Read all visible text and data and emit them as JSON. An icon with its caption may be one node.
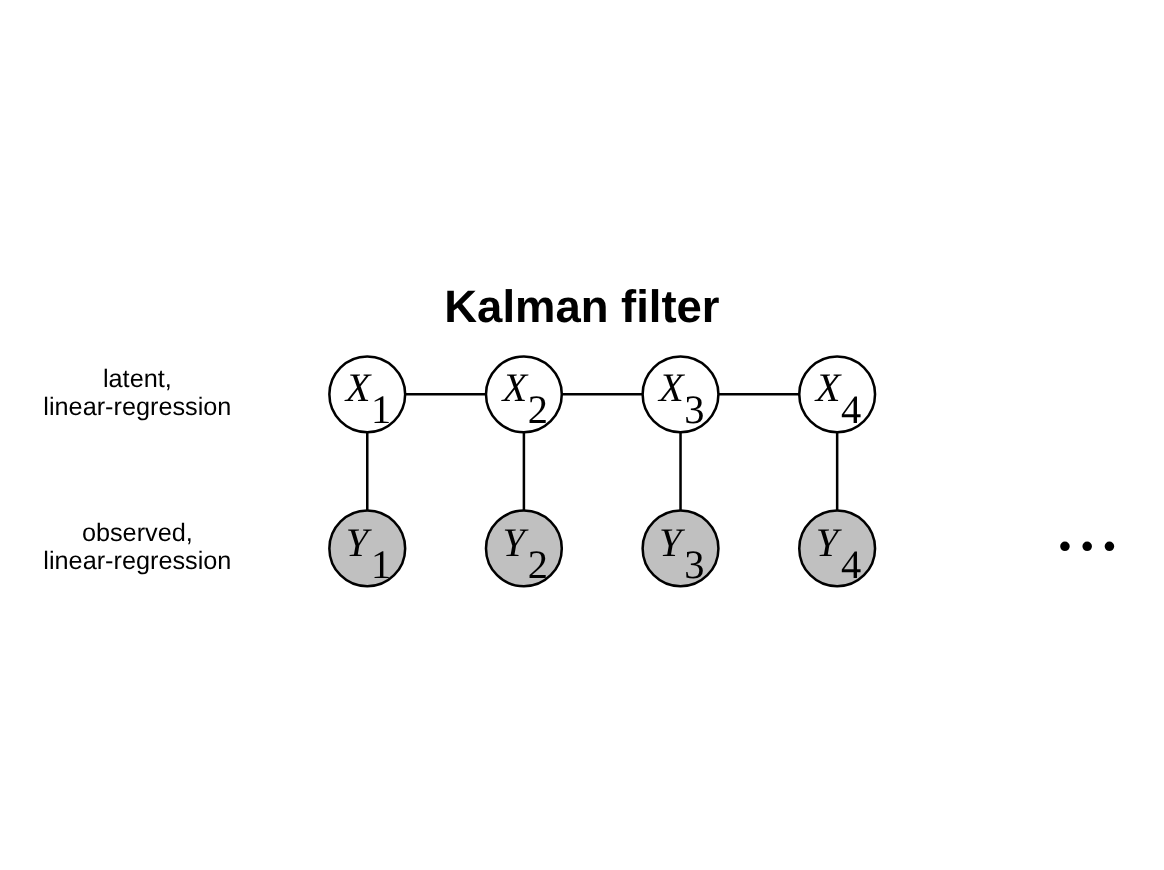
{
  "diagram": {
    "title": "Kalman filter",
    "nodes": [
      {
        "text": [
          "X$_{1}$"
        ]
      },
      {
        "text": [
          "X$_{2}$"
        ]
      },
      {
        "text": [
          "X$_{3}$"
        ]
      },
      {
        "text": [
          "X$_{4}$"
        ]
      },
      {
        "text": [
          "Y$_{1}$"
        ]
      },
      {
        "text": [
          "Y$_{2}$"
        ]
      },
      {
        "text": [
          "Y$_{3}$"
        ]
      },
      {
        "text": [
          "Y$_{4}$"
        ]
      }
    ],
    "edges": [
      {
        "from": 0,
        "to": 1,
        "arrow": "none"
      },
      {
        "from": 1,
        "to": 2,
        "arrow": "none"
      },
      {
        "from": 2,
        "to": 3,
        "arrow": "none"
      },
      {
        "from": 0,
        "to": 4,
        "arrow": "none"
      },
      {
        "from": 1,
        "to": 5,
        "arrow": "none"
      },
      {
        "from": 2,
        "to": 6,
        "arrow": "none"
      },
      {
        "from": 3,
        "to": 7,
        "arrow": "none"
      }
    ],
    "labels": [
      "latent, linear-regression",
      "observed, linear-regression",
      "• • •"
    ]
  }
}
